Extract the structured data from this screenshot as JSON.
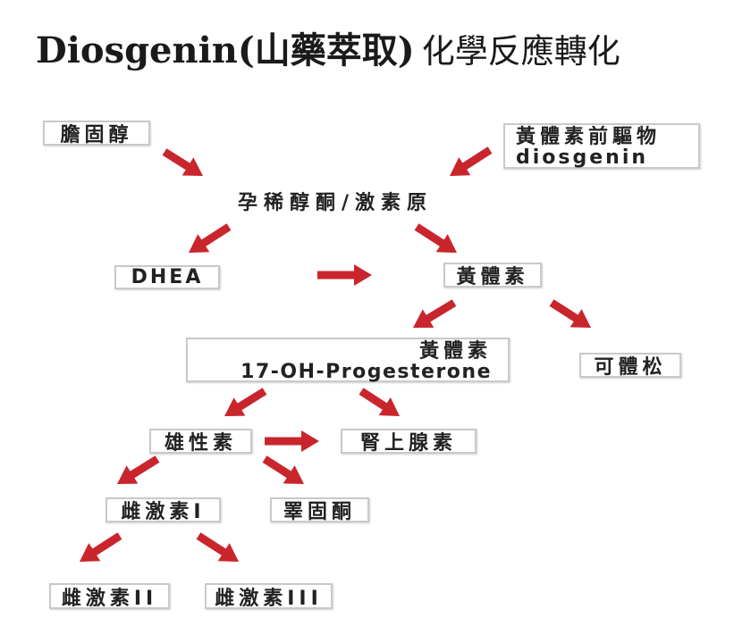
{
  "title": {
    "main": "Diosgenin(山藥萃取)",
    "rest": "化學反應轉化"
  },
  "nodes": {
    "cholesterol": "膽固醇",
    "precursor": {
      "line1": "黃體素前驅物",
      "line2": "diosgenin"
    },
    "pregnenolone": "孕稀醇酮/激素原",
    "dhea": "DHEA",
    "progesterone": "黃體素",
    "hydroxyprogesterone": {
      "line1": "黃體素",
      "line2": "17-OH-Progesterone"
    },
    "cortisol": "可體松",
    "androgen": "雄性素",
    "adrenaline": "腎上腺素",
    "estrogen1": "雌激素I",
    "testosterone": "睪固酮",
    "estrogen2": "雌激素II",
    "estrogen3": "雌激素III"
  },
  "colors": {
    "arrow": "#c9252c",
    "box_border": "#c9c9c9",
    "text": "#222222",
    "background": "#ffffff"
  }
}
